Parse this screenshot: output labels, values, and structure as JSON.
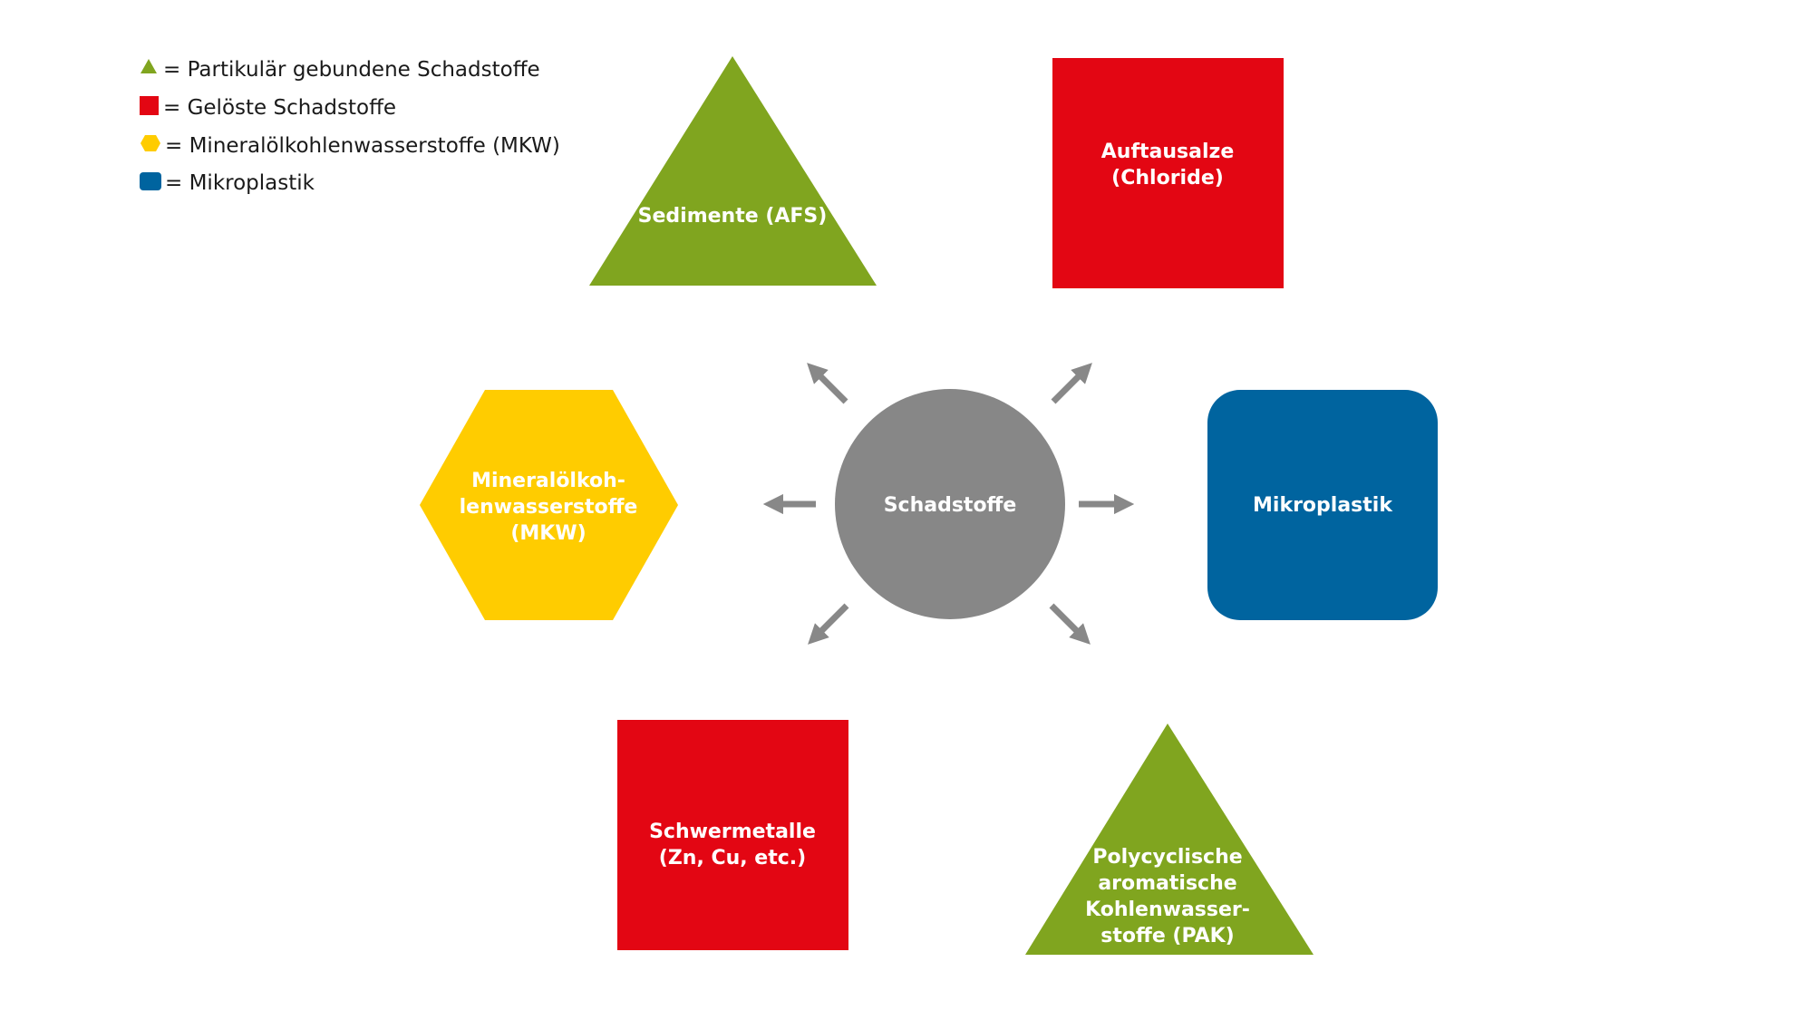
{
  "colors": {
    "green": "#80a51f",
    "red": "#e30613",
    "yellow": "#ffcc00",
    "blue": "#00649f",
    "gray": "#878787",
    "arrow": "#888888"
  },
  "legend": {
    "particulate": "= Partikulär gebundene Schadstoffe",
    "dissolved": "= Gelöste Schadstoffe",
    "mkw": "= Mineralölkohlenwasserstoffe (MKW)",
    "microplastic": "= Mikroplastik"
  },
  "nodes": {
    "center": {
      "line1": "Schadstoffe"
    },
    "sedimente": {
      "line1": "Sedimente (AFS)"
    },
    "auftausalze": {
      "line1": "Auftausalze",
      "line2": "(Chloride)"
    },
    "mikroplastik": {
      "line1": "Mikroplastik"
    },
    "mkw": {
      "line1": "Mineralölkoh-",
      "line2": "lenwasserstoffe",
      "line3": "(MKW)"
    },
    "schwermetalle": {
      "line1": "Schwermetalle",
      "line2": "(Zn, Cu, etc.)"
    },
    "pak": {
      "line1": "Polycyclische",
      "line2": "aromatische",
      "line3": "Kohlenwasser-",
      "line4": "stoffe (PAK)"
    }
  }
}
